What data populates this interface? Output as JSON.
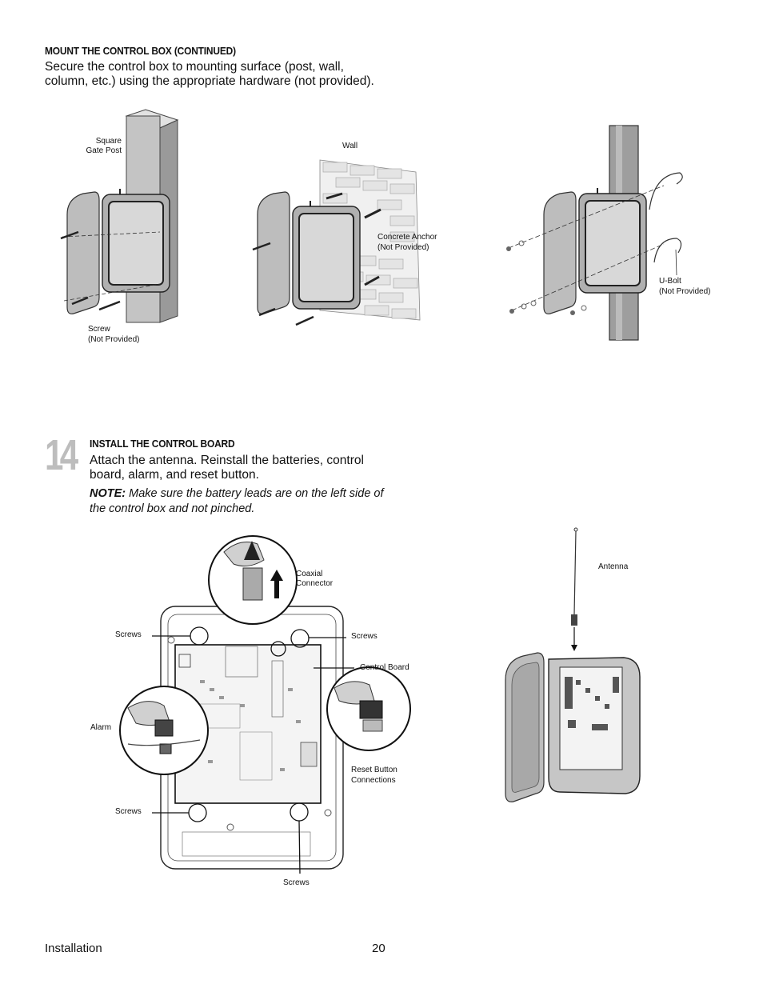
{
  "section1": {
    "heading": "MOUNT THE CONTROL BOX (CONTINUED)",
    "text_line1": "Secure the control box to mounting surface (post, wall,",
    "text_line2": "column, etc.) using the appropriate hardware (not provided)."
  },
  "figure1": {
    "post_label_1": "Square",
    "post_label_2": "Gate Post",
    "screw_label_1": "Screw",
    "screw_label_2": "(Not Provided)",
    "wall_label": "Wall",
    "anchor_label_1": "Concrete Anchor",
    "anchor_label_2": "(Not Provided)",
    "ubolt_label_1": "U-Bolt",
    "ubolt_label_2": "(Not Provided)"
  },
  "step14": {
    "number": "14",
    "heading": "INSTALL THE CONTROL BOARD",
    "text_line1": "Attach the antenna. Reinstall the batteries, control",
    "text_line2": "board, alarm, and reset button.",
    "note_prefix": "NOTE:",
    "note_line1": " Make sure the battery leads are on the left side of",
    "note_line2": "the control box and not pinched."
  },
  "figure2": {
    "coax_1": "Coaxial",
    "coax_2": "Connector",
    "screws_tl": "Screws",
    "screws_tr": "Screws",
    "control_board": "Control Board",
    "alarm": "Alarm",
    "reset_1": "Reset Button",
    "reset_2": "Connections",
    "screws_bl": "Screws",
    "screws_b": "Screws",
    "antenna": "Antenna"
  },
  "footer": {
    "section": "Installation",
    "page": "20"
  }
}
